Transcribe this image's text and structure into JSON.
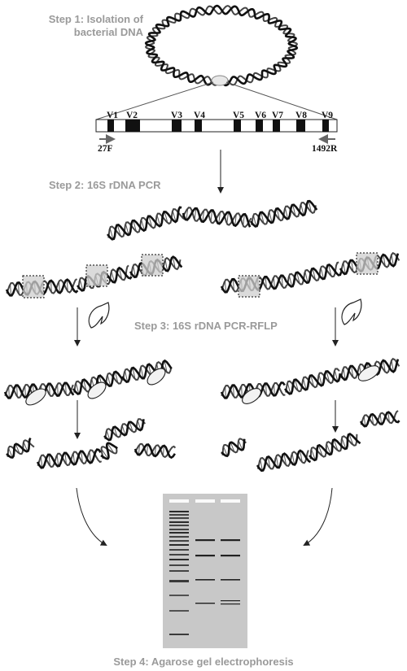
{
  "steps": {
    "step1_line1": "Step 1: Isolation of",
    "step1_line2": "bacterial DNA",
    "step2": "Step 2: 16S rDNA PCR",
    "step3": "Step 3: 16S rDNA PCR-RFLP",
    "step4": "Step 4: Agarose gel electrophoresis"
  },
  "gene": {
    "regions": [
      "V1",
      "V2",
      "V3",
      "V4",
      "V5",
      "V6",
      "V7",
      "V8",
      "V9"
    ],
    "forward_primer": "27F",
    "reverse_primer": "1492R"
  },
  "colors": {
    "step_text": "#9a9a9a",
    "dna": "#1a1a1a",
    "gel_background": "#c8c8c8",
    "highlight_box": "#d0d0d0"
  }
}
